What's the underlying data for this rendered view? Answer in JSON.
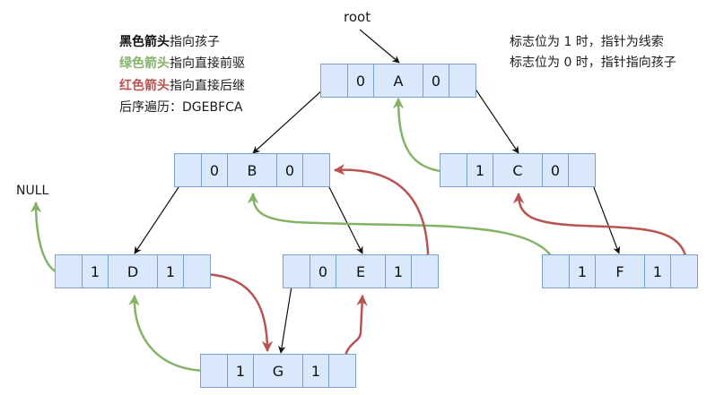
{
  "legend": {
    "black": {
      "bold": "黑色箭头",
      "rest": "指向孩子",
      "color": "#111111"
    },
    "green": {
      "bold": "绿色箭头",
      "rest": "指向直接前驱",
      "color": "#82b366"
    },
    "red": {
      "bold": "红色箭头",
      "rest": "指向直接后继",
      "color": "#b85450"
    },
    "postorder": "后序遍历：DGEBFCA"
  },
  "notes": {
    "line1": "标志位为 1 时，指针为线索",
    "line2": "标志位为 0 时，指针指向孩子"
  },
  "labels": {
    "root": "root",
    "null": "NULL"
  },
  "colors": {
    "node_fill": "#dae8fc",
    "node_border": "#7d9fcc",
    "child_edge": "#111111",
    "pred_edge": "#82b366",
    "succ_edge": "#b85450"
  },
  "nodes": [
    {
      "id": "A",
      "ltag": "0",
      "data": "A",
      "rtag": "0"
    },
    {
      "id": "B",
      "ltag": "0",
      "data": "B",
      "rtag": "0"
    },
    {
      "id": "C",
      "ltag": "1",
      "data": "C",
      "rtag": "0"
    },
    {
      "id": "D",
      "ltag": "1",
      "data": "D",
      "rtag": "1"
    },
    {
      "id": "E",
      "ltag": "0",
      "data": "E",
      "rtag": "1"
    },
    {
      "id": "F",
      "ltag": "1",
      "data": "F",
      "rtag": "1"
    },
    {
      "id": "G",
      "ltag": "1",
      "data": "G",
      "rtag": "1"
    }
  ],
  "edges": {
    "child": [
      {
        "from": "root",
        "to": "A"
      },
      {
        "from": "A",
        "to": "B",
        "side": "left"
      },
      {
        "from": "A",
        "to": "C",
        "side": "right"
      },
      {
        "from": "B",
        "to": "D",
        "side": "left"
      },
      {
        "from": "B",
        "to": "E",
        "side": "right"
      },
      {
        "from": "C",
        "to": "F",
        "side": "right"
      },
      {
        "from": "E",
        "to": "G",
        "side": "left"
      }
    ],
    "predecessor": [
      {
        "from": "D",
        "to": "NULL"
      },
      {
        "from": "G",
        "to": "D"
      },
      {
        "from": "F",
        "to": "B"
      },
      {
        "from": "C",
        "to": "A"
      }
    ],
    "successor": [
      {
        "from": "D",
        "to": "G"
      },
      {
        "from": "G",
        "to": "E"
      },
      {
        "from": "E",
        "to": "B"
      },
      {
        "from": "F",
        "to": "C"
      }
    ]
  }
}
